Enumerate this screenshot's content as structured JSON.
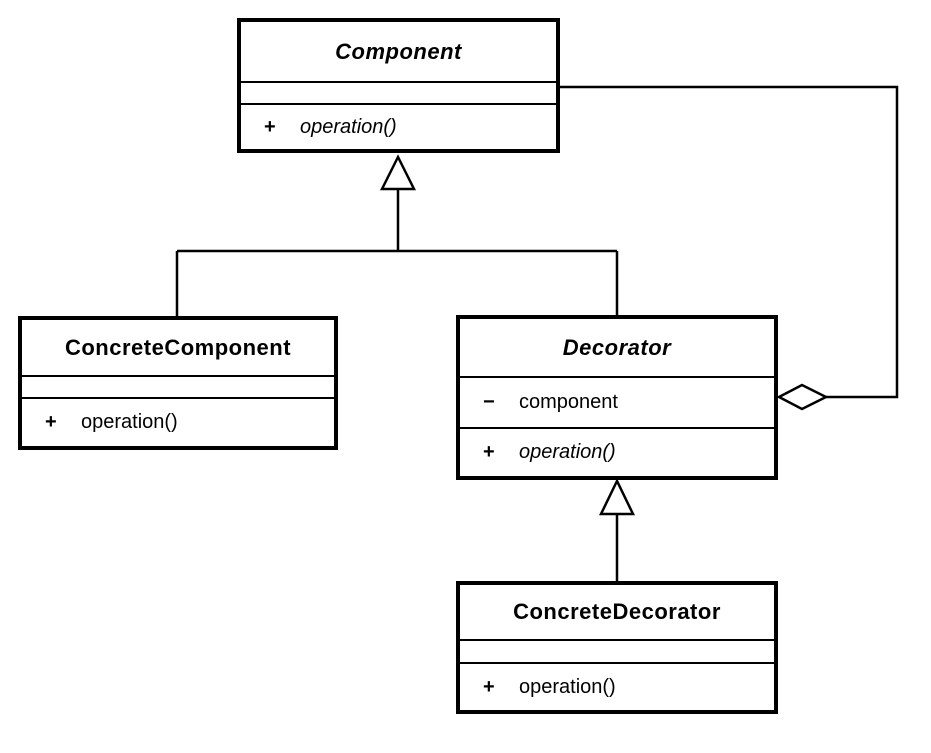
{
  "diagram": {
    "kind": "uml-class-diagram",
    "pattern": "Decorator",
    "colors": {
      "line": "#000000",
      "box_fill": "#ffffff",
      "background": "#ffffff",
      "text": "#000000"
    },
    "classes": [
      {
        "id": "component",
        "name": "Component",
        "abstract": true,
        "attributes": [],
        "methods": [
          {
            "visibility": "+",
            "signature": "operation()",
            "abstract": true
          }
        ]
      },
      {
        "id": "concrete-component",
        "name": "ConcreteComponent",
        "abstract": false,
        "attributes": [],
        "methods": [
          {
            "visibility": "+",
            "signature": "operation()",
            "abstract": false
          }
        ]
      },
      {
        "id": "decorator",
        "name": "Decorator",
        "abstract": true,
        "attributes": [
          {
            "visibility": "−",
            "name": "component"
          }
        ],
        "methods": [
          {
            "visibility": "+",
            "signature": "operation()",
            "abstract": true
          }
        ]
      },
      {
        "id": "concrete-decorator",
        "name": "ConcreteDecorator",
        "abstract": false,
        "attributes": [],
        "methods": [
          {
            "visibility": "+",
            "signature": "operation()",
            "abstract": false
          }
        ]
      }
    ],
    "relationships": [
      {
        "type": "generalization",
        "from": "ConcreteComponent",
        "to": "Component"
      },
      {
        "type": "generalization",
        "from": "Decorator",
        "to": "Component"
      },
      {
        "type": "generalization",
        "from": "ConcreteDecorator",
        "to": "Decorator"
      },
      {
        "type": "aggregation",
        "owner": "Decorator",
        "part": "Component"
      }
    ]
  }
}
